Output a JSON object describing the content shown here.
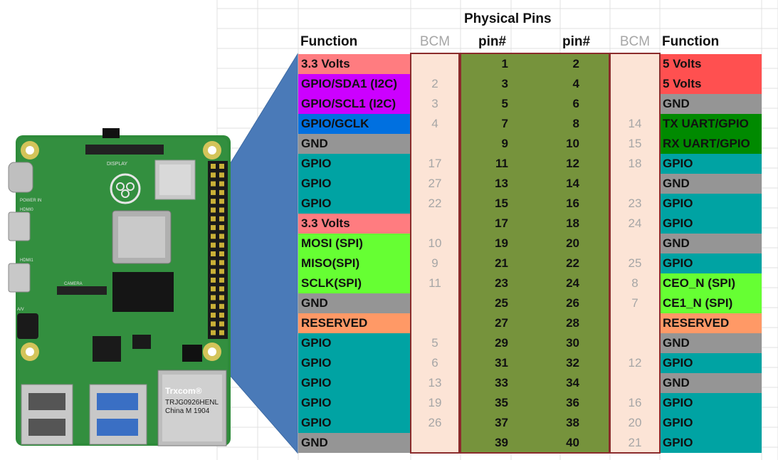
{
  "header": {
    "title": "Physical Pins",
    "left_function": "Function",
    "left_bcm": "BCM",
    "left_pin": "pin#",
    "right_pin": "pin#",
    "right_bcm": "BCM",
    "right_function": "Function"
  },
  "board_labels": {
    "display": "DISPLAY",
    "power_in": "POWER IN",
    "hdmi0": "HDMI0",
    "hdmi1": "HDMI1",
    "camera": "CAMERA",
    "av": "A/V",
    "ethernet_brand": "Trxcom®",
    "ethernet_model": "TRJG0926HENL",
    "ethernet_origin": "China M 1904"
  },
  "colors": {
    "power_3v3": "#ff7c80",
    "power_5v": "#ff5050",
    "i2c": "#cc00ff",
    "gclk": "#0070e0",
    "gnd": "#959595",
    "gpio": "#00a3a3",
    "spi": "#66ff33",
    "uart": "#008a00",
    "reserved": "#ff9966",
    "bcm_fill": "#fce4d6",
    "pin_fill": "#76933c"
  },
  "rows": [
    {
      "left_func": "3.3 Volts",
      "left_type": "power_3v3",
      "left_bcm": "",
      "left_pin": "1",
      "right_pin": "2",
      "right_bcm": "",
      "right_func": "5 Volts",
      "right_type": "power_5v"
    },
    {
      "left_func": "GPIO/SDA1 (I2C)",
      "left_type": "i2c",
      "left_bcm": "2",
      "left_pin": "3",
      "right_pin": "4",
      "right_bcm": "",
      "right_func": "5 Volts",
      "right_type": "power_5v"
    },
    {
      "left_func": "GPIO/SCL1 (I2C)",
      "left_type": "i2c",
      "left_bcm": "3",
      "left_pin": "5",
      "right_pin": "6",
      "right_bcm": "",
      "right_func": "GND",
      "right_type": "gnd"
    },
    {
      "left_func": "GPIO/GCLK",
      "left_type": "gclk",
      "left_bcm": "4",
      "left_pin": "7",
      "right_pin": "8",
      "right_bcm": "14",
      "right_func": "TX UART/GPIO",
      "right_type": "uart"
    },
    {
      "left_func": "GND",
      "left_type": "gnd",
      "left_bcm": "",
      "left_pin": "9",
      "right_pin": "10",
      "right_bcm": "15",
      "right_func": "RX UART/GPIO",
      "right_type": "uart"
    },
    {
      "left_func": "GPIO",
      "left_type": "gpio",
      "left_bcm": "17",
      "left_pin": "11",
      "right_pin": "12",
      "right_bcm": "18",
      "right_func": "GPIO",
      "right_type": "gpio"
    },
    {
      "left_func": "GPIO",
      "left_type": "gpio",
      "left_bcm": "27",
      "left_pin": "13",
      "right_pin": "14",
      "right_bcm": "",
      "right_func": "GND",
      "right_type": "gnd"
    },
    {
      "left_func": "GPIO",
      "left_type": "gpio",
      "left_bcm": "22",
      "left_pin": "15",
      "right_pin": "16",
      "right_bcm": "23",
      "right_func": "GPIO",
      "right_type": "gpio"
    },
    {
      "left_func": "3.3 Volts",
      "left_type": "power_3v3",
      "left_bcm": "",
      "left_pin": "17",
      "right_pin": "18",
      "right_bcm": "24",
      "right_func": "GPIO",
      "right_type": "gpio"
    },
    {
      "left_func": "MOSI (SPI)",
      "left_type": "spi",
      "left_bcm": "10",
      "left_pin": "19",
      "right_pin": "20",
      "right_bcm": "",
      "right_func": "GND",
      "right_type": "gnd"
    },
    {
      "left_func": "MISO(SPI)",
      "left_type": "spi",
      "left_bcm": "9",
      "left_pin": "21",
      "right_pin": "22",
      "right_bcm": "25",
      "right_func": "GPIO",
      "right_type": "gpio"
    },
    {
      "left_func": "SCLK(SPI)",
      "left_type": "spi",
      "left_bcm": "11",
      "left_pin": "23",
      "right_pin": "24",
      "right_bcm": "8",
      "right_func": "CEO_N (SPI)",
      "right_type": "spi"
    },
    {
      "left_func": "GND",
      "left_type": "gnd",
      "left_bcm": "",
      "left_pin": "25",
      "right_pin": "26",
      "right_bcm": "7",
      "right_func": "CE1_N (SPI)",
      "right_type": "spi"
    },
    {
      "left_func": "RESERVED",
      "left_type": "reserved",
      "left_bcm": "",
      "left_pin": "27",
      "right_pin": "28",
      "right_bcm": "",
      "right_func": "RESERVED",
      "right_type": "reserved"
    },
    {
      "left_func": "GPIO",
      "left_type": "gpio",
      "left_bcm": "5",
      "left_pin": "29",
      "right_pin": "30",
      "right_bcm": "",
      "right_func": "GND",
      "right_type": "gnd"
    },
    {
      "left_func": "GPIO",
      "left_type": "gpio",
      "left_bcm": "6",
      "left_pin": "31",
      "right_pin": "32",
      "right_bcm": "12",
      "right_func": "GPIO",
      "right_type": "gpio"
    },
    {
      "left_func": "GPIO",
      "left_type": "gpio",
      "left_bcm": "13",
      "left_pin": "33",
      "right_pin": "34",
      "right_bcm": "",
      "right_func": "GND",
      "right_type": "gnd"
    },
    {
      "left_func": "GPIO",
      "left_type": "gpio",
      "left_bcm": "19",
      "left_pin": "35",
      "right_pin": "36",
      "right_bcm": "16",
      "right_func": "GPIO",
      "right_type": "gpio"
    },
    {
      "left_func": "GPIO",
      "left_type": "gpio",
      "left_bcm": "26",
      "left_pin": "37",
      "right_pin": "38",
      "right_bcm": "20",
      "right_func": "GPIO",
      "right_type": "gpio"
    },
    {
      "left_func": "GND",
      "left_type": "gnd",
      "left_bcm": "",
      "left_pin": "39",
      "right_pin": "40",
      "right_bcm": "21",
      "right_func": "GPIO",
      "right_type": "gpio"
    }
  ]
}
